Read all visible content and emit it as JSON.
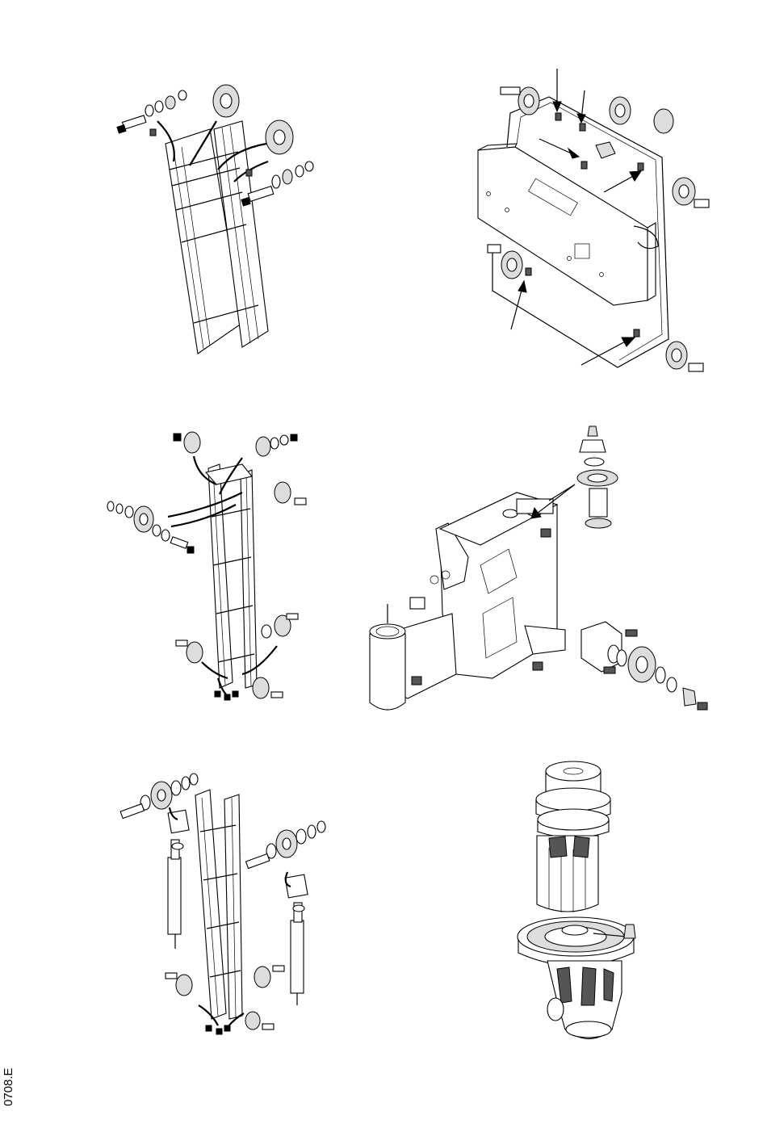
{
  "document": {
    "code": "0708.E"
  },
  "figures": [
    {
      "id": "mast-outer",
      "icon": "mast-exploded-icon"
    },
    {
      "id": "carriage-plate",
      "icon": "carriage-plate-icon"
    },
    {
      "id": "mast-middle",
      "icon": "mast-exploded-icon"
    },
    {
      "id": "steering-yoke",
      "icon": "yoke-exploded-icon"
    },
    {
      "id": "mast-inner",
      "icon": "mast-exploded-icon"
    },
    {
      "id": "drive-unit",
      "icon": "drive-motor-icon"
    }
  ]
}
